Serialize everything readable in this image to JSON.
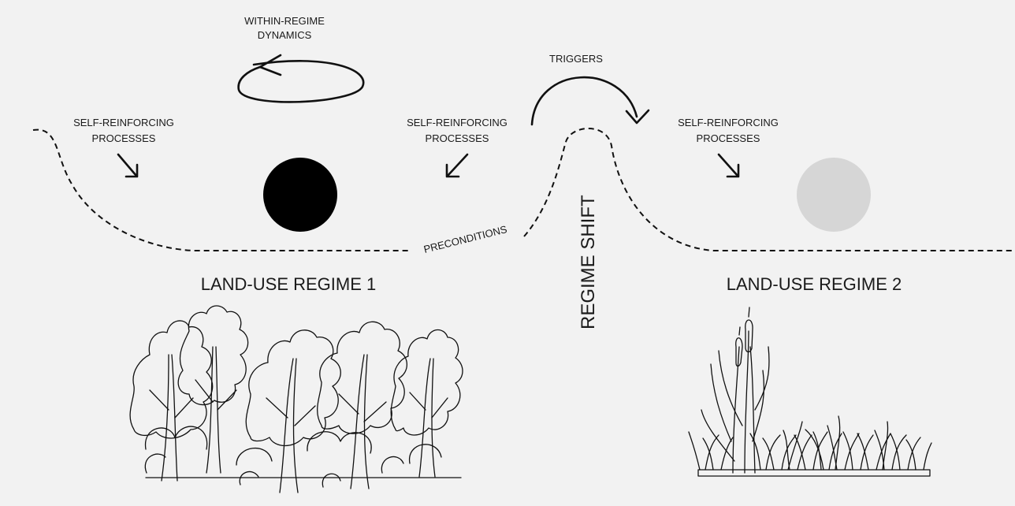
{
  "labels": {
    "within_regime_line1": "WITHIN-REGIME",
    "within_regime_line2": "DYNAMICS",
    "triggers": "TRIGGERS",
    "srp_left_line1": "SELF-REINFORCING",
    "srp_left_line2": "PROCESSES",
    "srp_mid_line1": "SELF-REINFORCING",
    "srp_mid_line2": "PROCESSES",
    "srp_right_line1": "SELF-REINFORCING",
    "srp_right_line2": "PROCESSES",
    "preconditions": "PRECONDITIONS",
    "regime_shift": "REGIME SHIFT",
    "regime1": "LAND-USE REGIME 1",
    "regime2": "LAND-USE REGIME 2"
  },
  "colors": {
    "background": "#f2f2f2",
    "ink": "#111111",
    "ball_regime1": "#000000",
    "ball_regime2": "#d6d6d6"
  },
  "illustrations": {
    "regime1": "forest-trees",
    "regime2": "reeds-grass"
  }
}
